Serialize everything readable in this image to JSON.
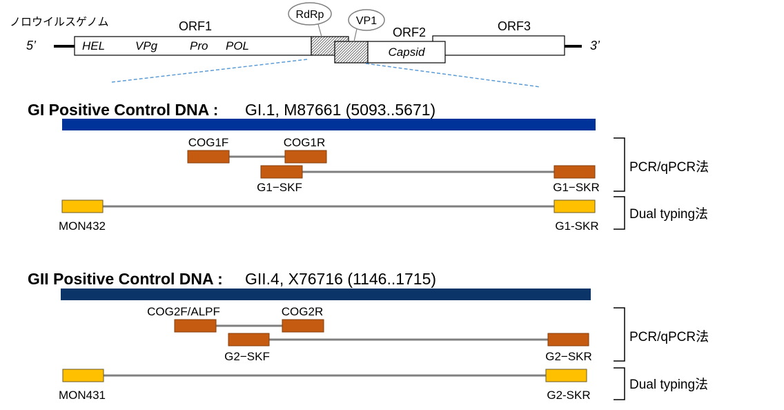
{
  "genome": {
    "title": "ノロウイルスゲノム",
    "orf1": "ORF1",
    "orf2": "ORF2",
    "orf3": "ORF3",
    "five_prime": "5’",
    "three_prime": "3’",
    "callouts": {
      "rdrp": "RdRp",
      "vp1": "VP1"
    },
    "orf1_regions": [
      "HEL",
      "VPg",
      "Pro",
      "POL"
    ],
    "orf2_region": "Capsid"
  },
  "sections": [
    {
      "title": "GI Positive Control DNA :",
      "info": "GI.1, M87661 (5093..5671)",
      "pcr_primers": {
        "cog_f": "COG1F",
        "cog_r": "COG1R",
        "sk_f": "G1−SKF",
        "sk_r": "G1−SKR"
      },
      "dual_primers": {
        "mon": "MON432",
        "sk_r": "G1-SKR"
      },
      "methods": {
        "pcr": "PCR/qPCR法",
        "dual": "Dual typing法"
      }
    },
    {
      "title": "GII Positive Control DNA :",
      "info": "GII.4, X76716 (1146..1715)",
      "pcr_primers": {
        "cog_f": "COG2F/ALPF",
        "cog_r": "COG2R",
        "sk_f": "G2−SKF",
        "sk_r": "G2−SKR"
      },
      "dual_primers": {
        "mon": "MON431",
        "sk_r": "G2-SKR"
      },
      "methods": {
        "pcr": "PCR/qPCR法",
        "dual": "Dual typing法"
      }
    }
  ],
  "colors": {
    "title_red": "#a00000",
    "bar_gi": "#003399",
    "bar_gii": "#0b3468",
    "primer_orange": "#c55a11",
    "primer_yellow": "#ffc000",
    "connector_gray": "#7f7f7f",
    "zoom_dash": "#5b9bd5",
    "hatch": "#707070"
  }
}
